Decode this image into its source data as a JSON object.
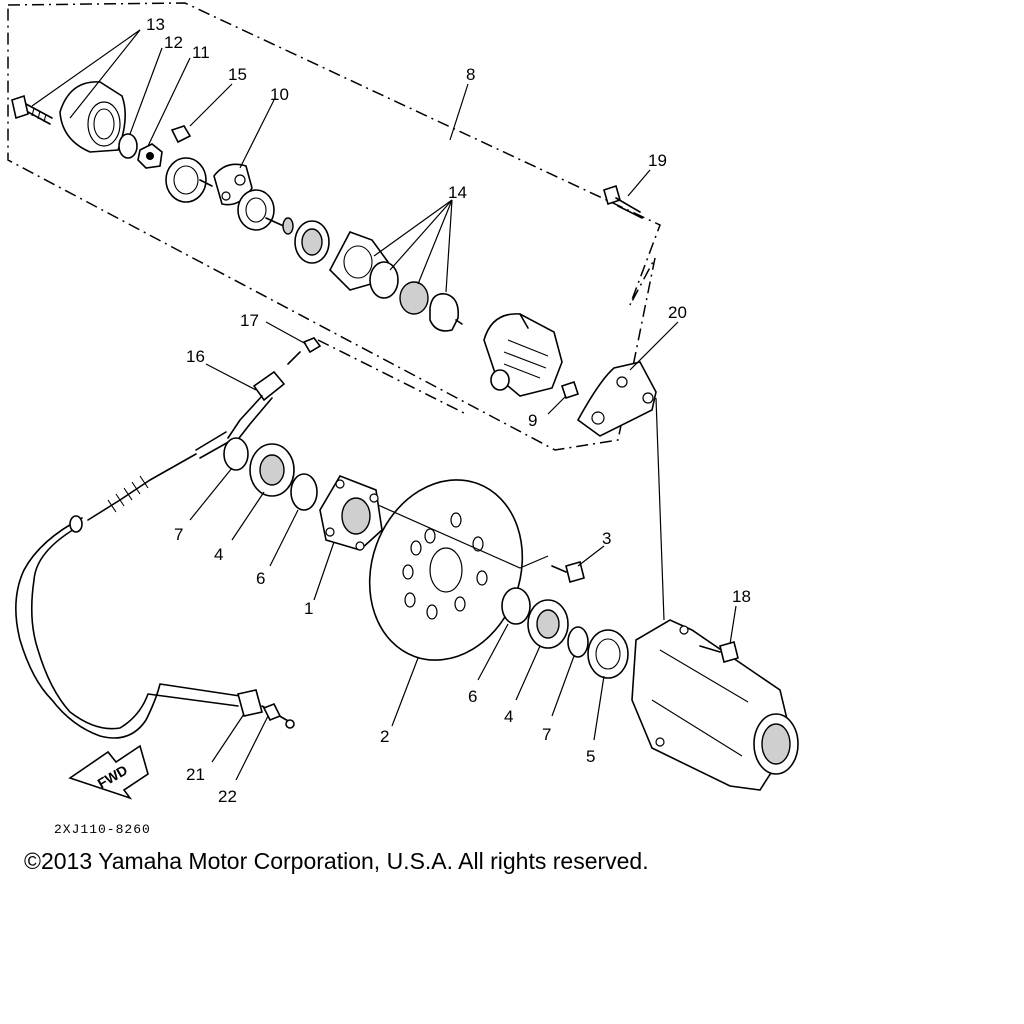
{
  "callouts": {
    "p1": "1",
    "p2": "2",
    "p3": "3",
    "p4a": "4",
    "p4b": "4",
    "p5": "5",
    "p6a": "6",
    "p6b": "6",
    "p7a": "7",
    "p7b": "7",
    "p8": "8",
    "p9": "9",
    "p10": "10",
    "p11": "11",
    "p12": "12",
    "p13": "13",
    "p14": "14",
    "p15": "15",
    "p16": "16",
    "p17": "17",
    "p18": "18",
    "p19": "19",
    "p20": "20",
    "p21": "21",
    "p22": "22"
  },
  "fwd_label": "FWD",
  "drawing_code": "2XJ110-8260",
  "copyright": "©2013 Yamaha Motor Corporation, U.S.A. All rights reserved."
}
